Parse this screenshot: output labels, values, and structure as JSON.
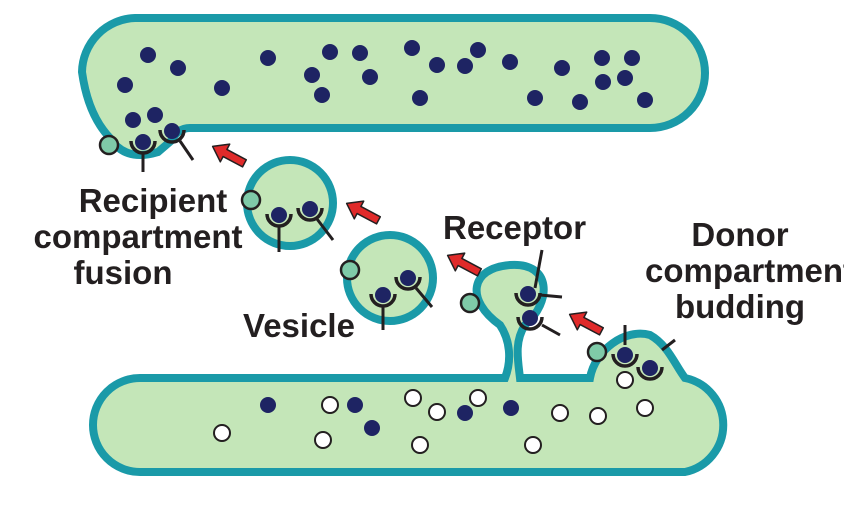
{
  "labels": {
    "recipient": [
      "Recipient",
      "compartment",
      "fusion"
    ],
    "vesicle": "Vesicle",
    "receptor": "Receptor",
    "donor": [
      "Donor",
      "compartment",
      "budding"
    ]
  },
  "colors": {
    "membrane": "#1a9aa8",
    "lumen": "#c4e6b8",
    "cargo": "#1e2463",
    "empty_cargo": "#ffffff",
    "vsnare": "#7fcaa8",
    "arrow": "#e02a2a",
    "ink": "#231f20"
  }
}
